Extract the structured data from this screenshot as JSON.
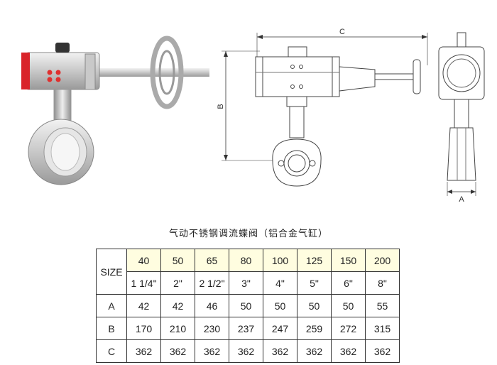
{
  "caption": "气动不锈钢调流蝶阀（铝合金气缸）",
  "dimension_labels": {
    "c": "C",
    "b": "B",
    "a": "A"
  },
  "table": {
    "size_label": "SIZE",
    "rows": [
      {
        "label": "",
        "values": [
          "40",
          "50",
          "65",
          "80",
          "100",
          "125",
          "150",
          "200"
        ]
      },
      {
        "label": "",
        "values": [
          "1 1/4\"",
          "2\"",
          "2 1/2\"",
          "3\"",
          "4\"",
          "5\"",
          "6\"",
          "8\""
        ]
      },
      {
        "label": "A",
        "values": [
          "42",
          "42",
          "46",
          "50",
          "50",
          "50",
          "50",
          "55"
        ]
      },
      {
        "label": "B",
        "values": [
          "170",
          "210",
          "230",
          "237",
          "247",
          "259",
          "272",
          "315"
        ]
      },
      {
        "label": "C",
        "values": [
          "362",
          "362",
          "362",
          "362",
          "362",
          "362",
          "362",
          "362"
        ]
      }
    ]
  },
  "colors": {
    "actuator_end": "#d9242a",
    "table_head": "#fffde0",
    "ports": "#e0302f"
  }
}
